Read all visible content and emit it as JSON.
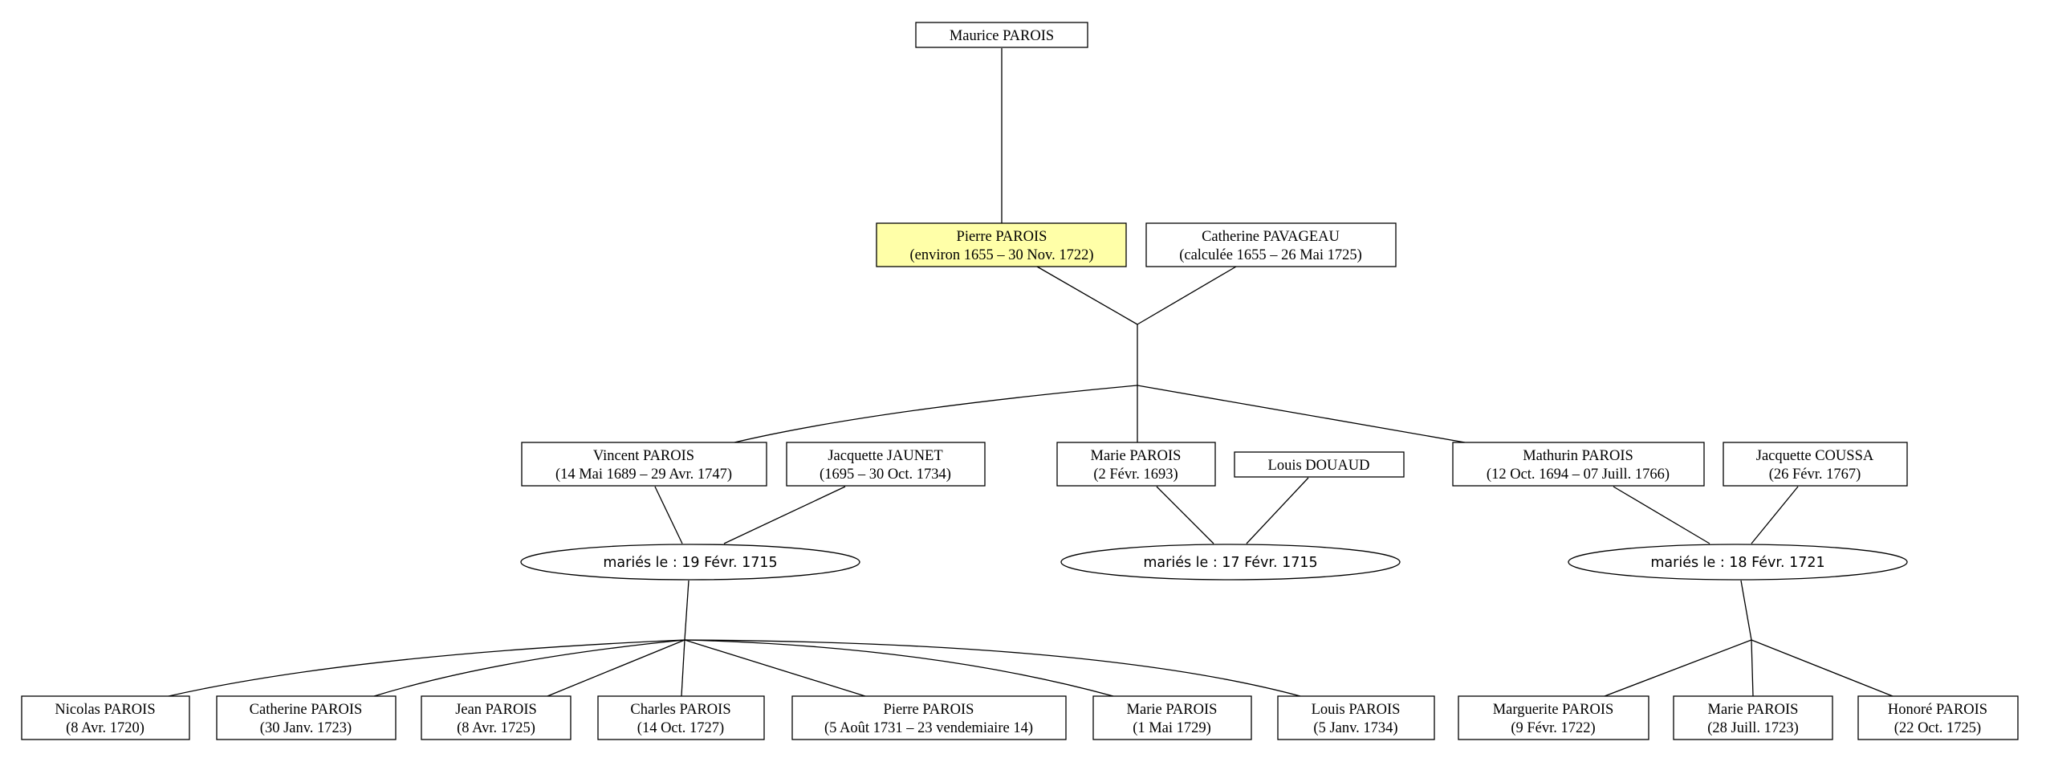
{
  "people": {
    "maurice": {
      "name": "Maurice PAROIS",
      "dates": ""
    },
    "pierre": {
      "name": "Pierre PAROIS",
      "dates": "(environ 1655 – 30 Nov. 1722)"
    },
    "catherine_pavageau": {
      "name": "Catherine PAVAGEAU",
      "dates": "(calculée 1655 – 26 Mai 1725)"
    },
    "vincent": {
      "name": "Vincent PAROIS",
      "dates": "(14 Mai 1689 – 29 Avr. 1747)"
    },
    "jacquette_jaunet": {
      "name": "Jacquette JAUNET",
      "dates": "(1695 – 30 Oct. 1734)"
    },
    "marie_1693": {
      "name": "Marie PAROIS",
      "dates": "(2 Févr. 1693)"
    },
    "louis_douaud": {
      "name": "Louis DOUAUD",
      "dates": ""
    },
    "mathurin": {
      "name": "Mathurin PAROIS",
      "dates": "(12 Oct. 1694 – 07 Juill. 1766)"
    },
    "jacquette_coussa": {
      "name": "Jacquette COUSSA",
      "dates": "(26 Févr. 1767)"
    },
    "nicolas": {
      "name": "Nicolas PAROIS",
      "dates": "(8 Avr. 1720)"
    },
    "catherine_1723": {
      "name": "Catherine PAROIS",
      "dates": "(30 Janv. 1723)"
    },
    "jean": {
      "name": "Jean PAROIS",
      "dates": "(8 Avr. 1725)"
    },
    "charles": {
      "name": "Charles PAROIS",
      "dates": "(14 Oct. 1727)"
    },
    "pierre_1731": {
      "name": "Pierre PAROIS",
      "dates": "(5 Août 1731 – 23 vendemiaire 14)"
    },
    "marie_1729": {
      "name": "Marie PAROIS",
      "dates": "(1 Mai 1729)"
    },
    "louis_1734": {
      "name": "Louis PAROIS",
      "dates": "(5 Janv. 1734)"
    },
    "marguerite": {
      "name": "Marguerite PAROIS",
      "dates": "(9 Févr. 1722)"
    },
    "marie_1723": {
      "name": "Marie PAROIS",
      "dates": "(28 Juill. 1723)"
    },
    "honore": {
      "name": "Honoré PAROIS",
      "dates": "(22 Oct. 1725)"
    }
  },
  "marriages": {
    "vincent_jaunet": {
      "label": "mariés le : 19 Févr. 1715"
    },
    "marie_douaud": {
      "label": "mariés le : 17 Févr. 1715"
    },
    "mathurin_coussa": {
      "label": "mariés le : 18 Févr. 1721"
    }
  },
  "root_person": "pierre",
  "colors": {
    "highlight": "#ffffa8",
    "stroke": "#000000",
    "background": "#ffffff"
  }
}
